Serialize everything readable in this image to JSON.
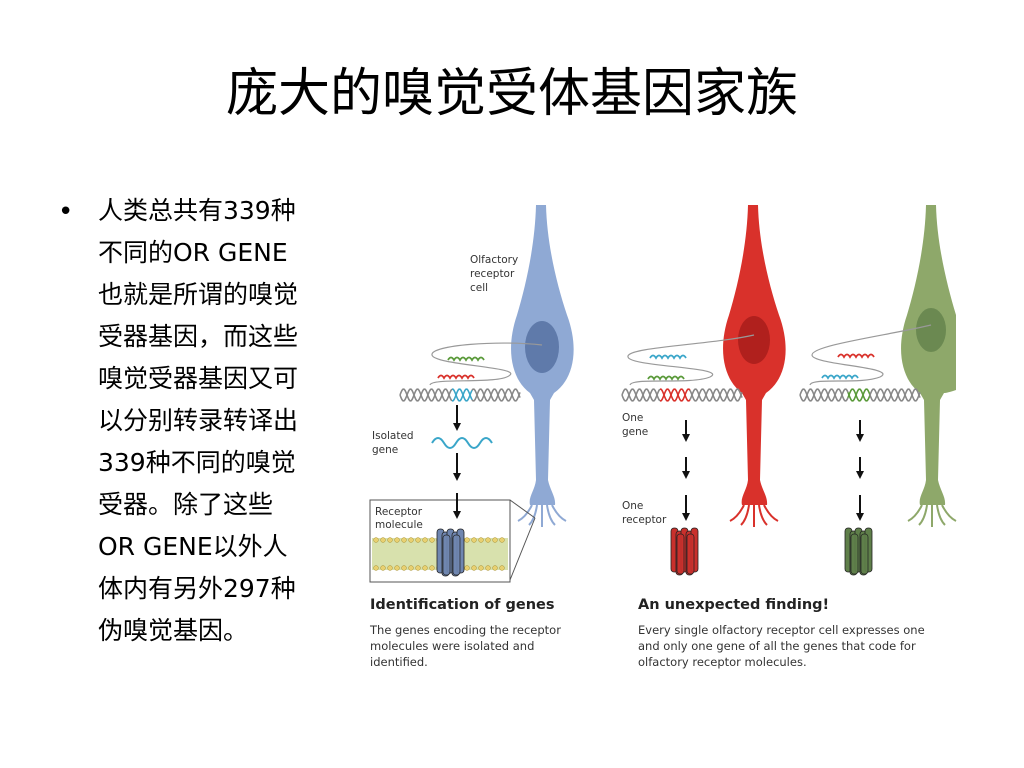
{
  "slide": {
    "title": "庞大的嗅觉受体基因家族",
    "bullet": {
      "marker": "•",
      "lines": [
        "人类总共有339种",
        "不同的OR GENE",
        "也就是所谓的嗅觉",
        "受器基因，而这些",
        "嗅觉受器基因又可",
        "以分别转录转译出",
        "339种不同的嗅觉",
        "受器。除了这些",
        "OR GENE以外人",
        "体内有另外297种",
        "伪嗅觉基因。"
      ]
    }
  },
  "figure": {
    "labels": {
      "cell": [
        "Olfactory",
        "receptor",
        "cell"
      ],
      "isolated_gene": [
        "Isolated",
        "gene"
      ],
      "receptor_molecule": [
        "Receptor",
        "molecule"
      ],
      "one_gene": [
        "One",
        "gene"
      ],
      "one_receptor": [
        "One",
        "receptor"
      ]
    },
    "left_panel": {
      "title": "Identification of genes",
      "caption": [
        "The genes encoding the receptor",
        "molecules were isolated and",
        "identified."
      ]
    },
    "right_panel": {
      "title": "An unexpected finding!",
      "caption": [
        "Every single olfactory receptor cell expresses one",
        "and only one gene of all the genes that code for",
        "olfactory receptor molecules."
      ]
    },
    "colors": {
      "blue_cell": "#8fa9d4",
      "red_cell": "#d9312b",
      "green_cell": "#8ea86a",
      "dna_grey": "#888888",
      "dna_blue": "#3aa6c9",
      "dna_red": "#d9312b",
      "dna_green": "#5a9a3a",
      "membrane": "#b8c96a",
      "receptor_blue": "#6f86b0",
      "receptor_red": "#c9302c",
      "receptor_green": "#5f7f4a"
    }
  }
}
